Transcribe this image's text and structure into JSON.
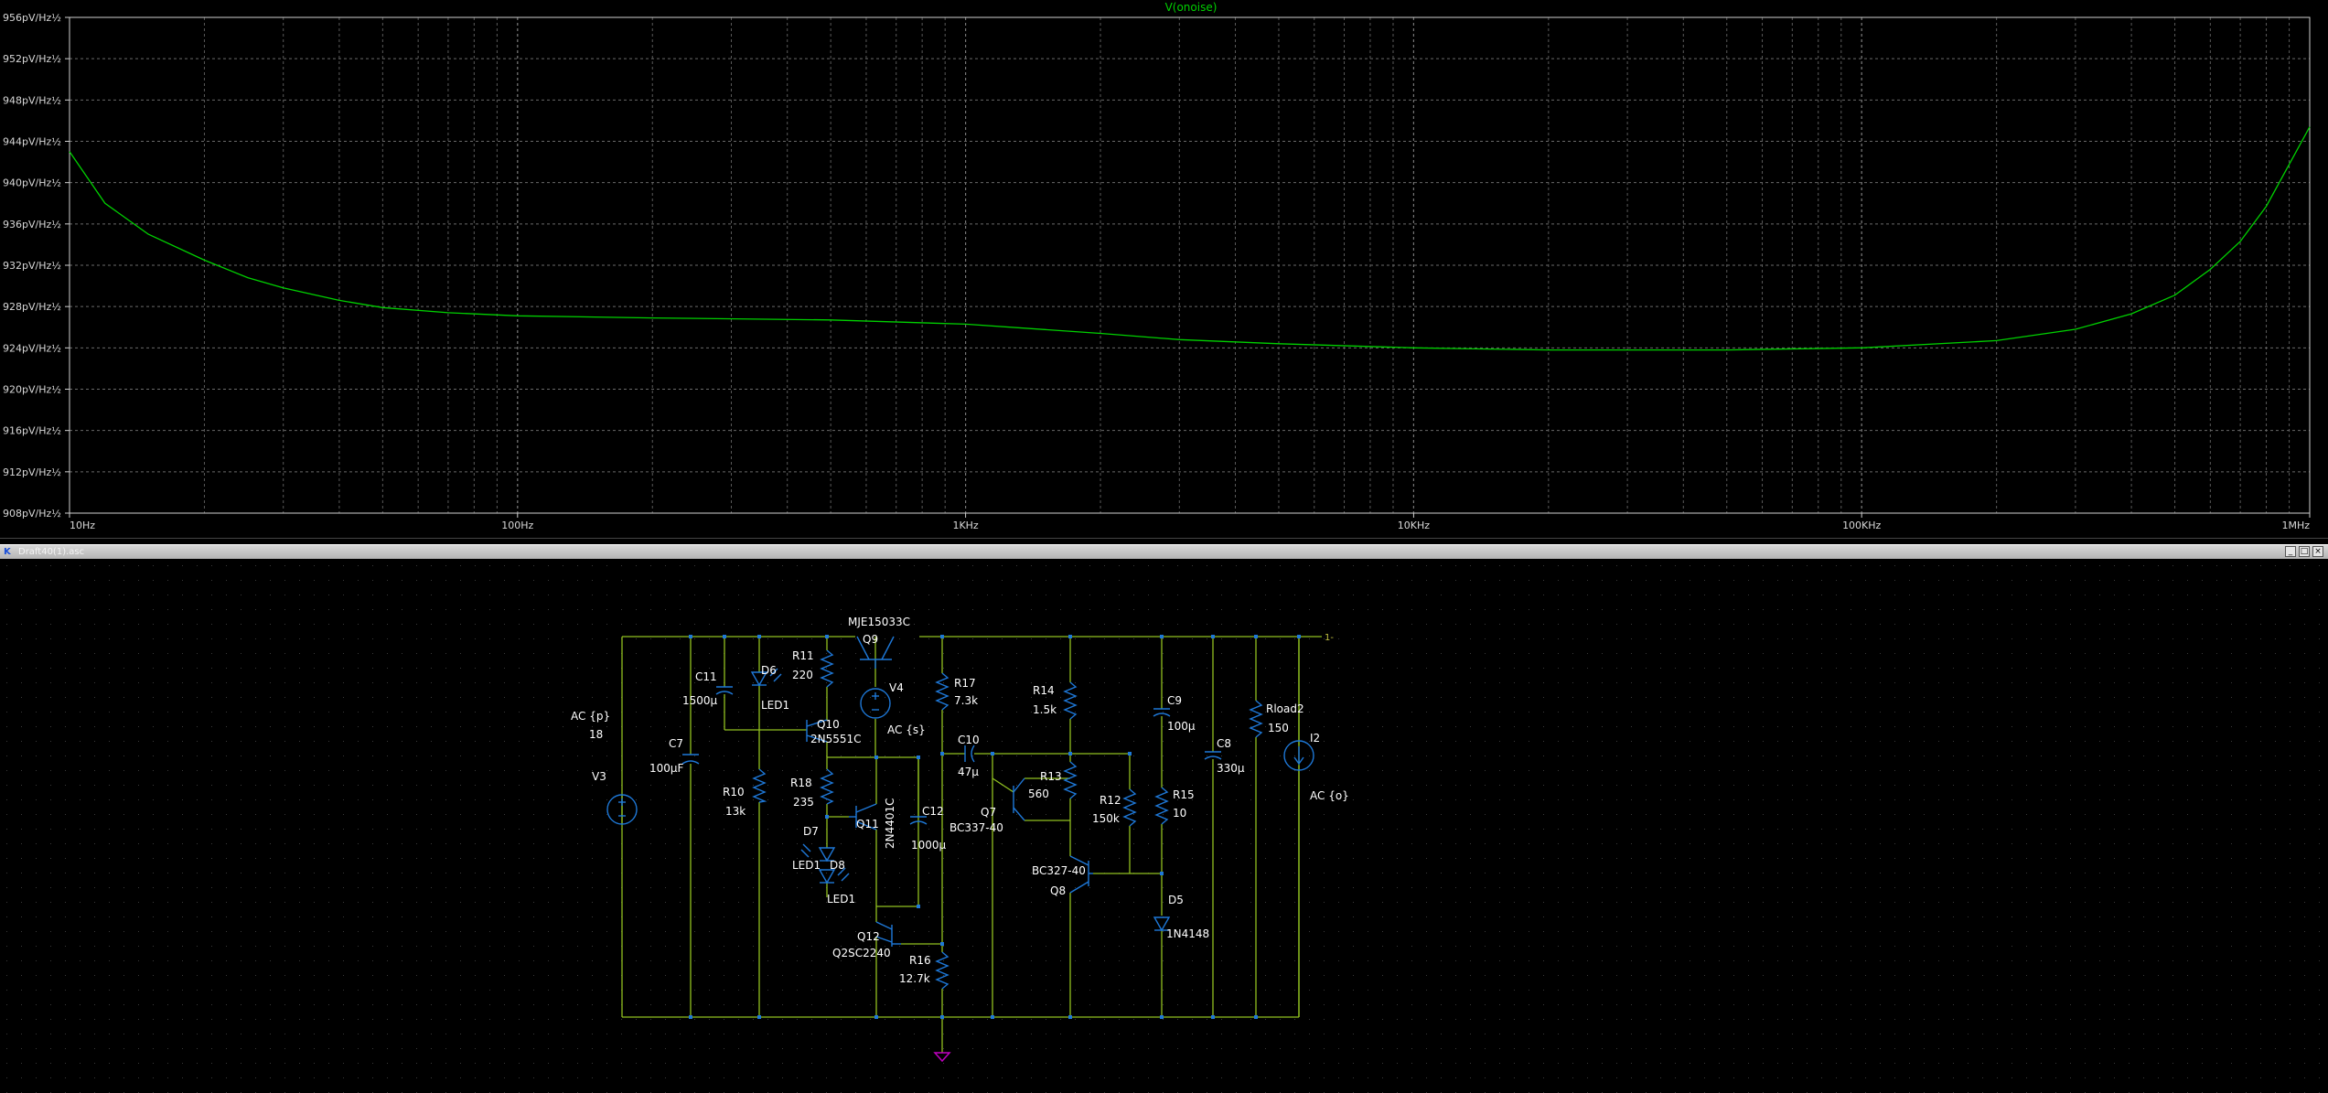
{
  "plot": {
    "trace_label": "V(onoise)",
    "trace_color": "#00d000",
    "y_ticks": [
      "956pV/Hz½",
      "952pV/Hz½",
      "948pV/Hz½",
      "944pV/Hz½",
      "940pV/Hz½",
      "936pV/Hz½",
      "932pV/Hz½",
      "928pV/Hz½",
      "924pV/Hz½",
      "920pV/Hz½",
      "916pV/Hz½",
      "912pV/Hz½",
      "908pV/Hz½"
    ],
    "x_ticks": [
      "10Hz",
      "100Hz",
      "1KHz",
      "10KHz",
      "100KHz",
      "1MHz"
    ],
    "y_range": [
      908,
      956
    ],
    "y_unit": "pV/Hz½",
    "x_range_hz": [
      10,
      1000000
    ],
    "x_scale": "log",
    "grid": true
  },
  "chart_data": {
    "type": "line",
    "title": "V(onoise)",
    "xlabel": "",
    "ylabel": "",
    "x_scale": "log",
    "xlim": [
      10,
      1000000
    ],
    "ylim": [
      908,
      956
    ],
    "series": [
      {
        "name": "V(onoise)",
        "color": "#00d000",
        "x": [
          10,
          12,
          15,
          20,
          25,
          30,
          40,
          50,
          70,
          100,
          200,
          500,
          1000,
          2000,
          3000,
          5000,
          10000,
          20000,
          50000,
          100000,
          200000,
          300000,
          400000,
          500000,
          600000,
          700000,
          800000,
          1000000
        ],
        "y": [
          943.0,
          938.0,
          935.0,
          932.5,
          930.8,
          929.8,
          928.6,
          927.9,
          927.4,
          927.1,
          926.9,
          926.7,
          926.3,
          925.4,
          924.8,
          924.4,
          924.0,
          923.8,
          923.8,
          924.0,
          924.7,
          925.8,
          927.3,
          929.1,
          931.6,
          934.3,
          937.7,
          945.4
        ]
      }
    ]
  },
  "schematic": {
    "window_title": "Draft40(1).asc",
    "window_buttons": [
      "_",
      "□",
      "×"
    ],
    "colors": {
      "wire": "#90c020",
      "component": "#1e78d8",
      "text": "#ffffff",
      "ground": "#c000c0",
      "grid_dot": "#3a3a3a"
    },
    "labels": {
      "q9_type": "MJE15033C",
      "q9": "Q9",
      "r11": "R11",
      "r11_val": "220",
      "c11": "C11",
      "c11_val": "1500µ",
      "d6": "D6",
      "d6_type": "LED1",
      "v4": "V4",
      "v4_val": "AC {s}",
      "r17": "R17",
      "r17_val": "7.3k",
      "r14": "R14",
      "r14_val": "1.5k",
      "c9": "C9",
      "c9_val": "100µ",
      "rload": "Rload2",
      "rload_val": "150",
      "i2": "I2",
      "i2_val": "AC {o}",
      "v3_ac": "AC {p}",
      "v3_dc": "18",
      "v3": "V3",
      "c7": "C7",
      "c7_val": "100µF",
      "q10": "Q10",
      "q10_type": "2N5551C",
      "c10": "C10",
      "c10_val": "47µ",
      "c8": "C8",
      "c8_val": "330µ",
      "r10": "R10",
      "r10_val": "13k",
      "r18": "R18",
      "r18_val": "235",
      "q11": "Q11",
      "q11_type": "2N4401C",
      "c12": "C12",
      "c12_val": "1000µ",
      "r13": "R13",
      "r13_val": "560",
      "q7": "Q7",
      "q7_type": "BC337-40",
      "r12": "R12",
      "r12_val": "150k",
      "r15": "R15",
      "r15_val": "10",
      "d7": "D7",
      "d7_type": "LED1",
      "d8": "D8",
      "d8_type": "LED1",
      "q8_type": "BC327-40",
      "q8": "Q8",
      "d5": "D5",
      "d5_type": "1N4148",
      "q12": "Q12",
      "q12_type": "Q2SC2240",
      "r16": "R16",
      "r16_val": "12.7k",
      "net_label": "1-"
    }
  }
}
